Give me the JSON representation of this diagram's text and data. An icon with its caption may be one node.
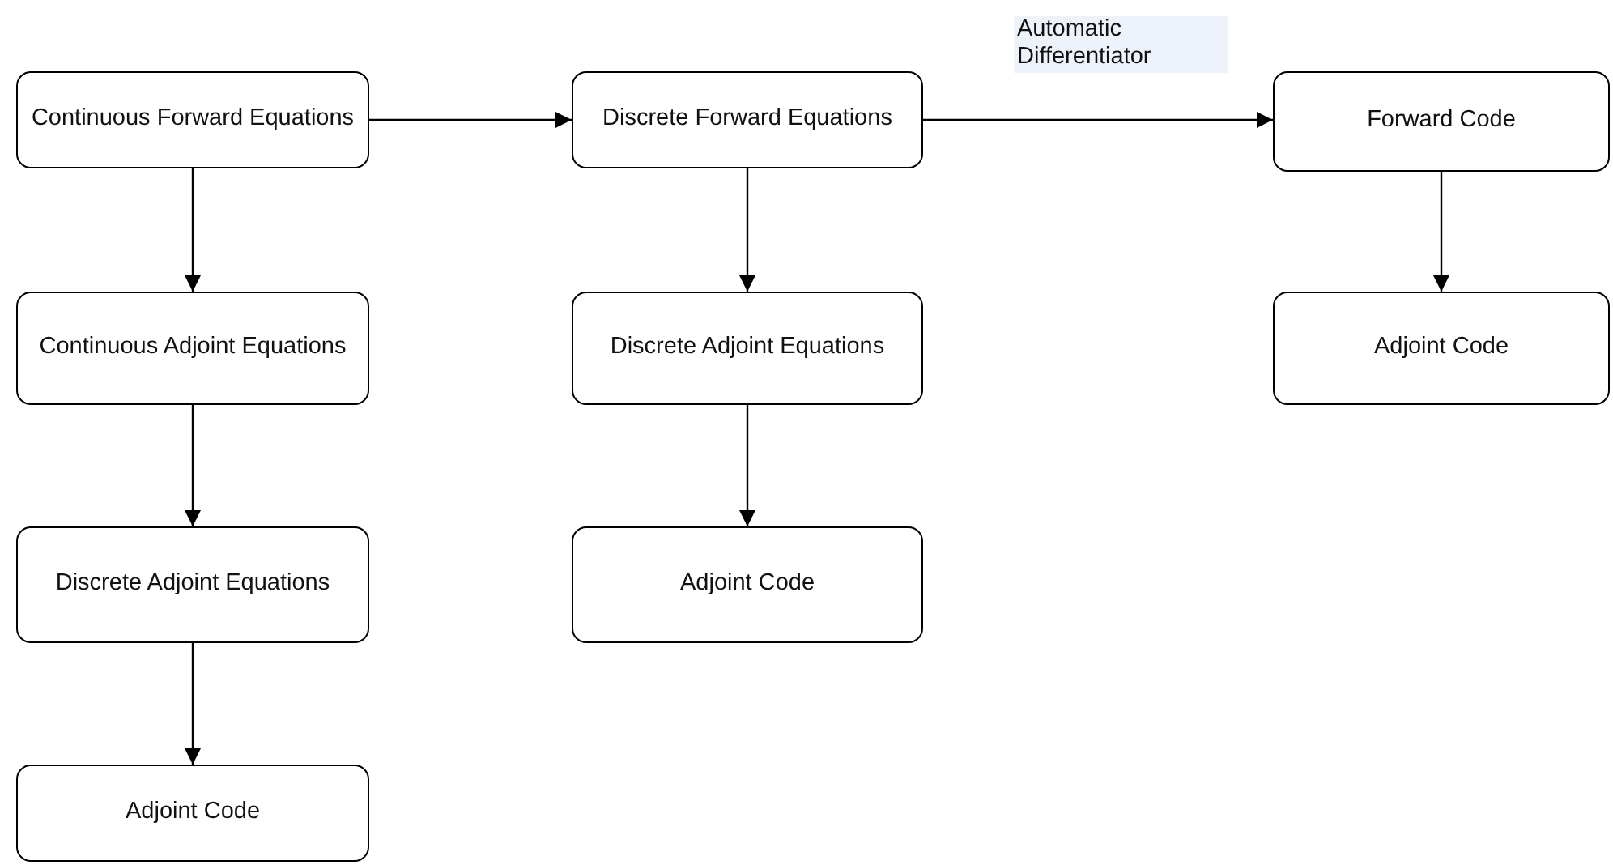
{
  "diagram": {
    "nodes": [
      {
        "text": [
          "Continuous Forward Equations"
        ]
      },
      {
        "text": [
          "Continuous Adjoint Equations"
        ]
      },
      {
        "text": [
          "Discrete Adjoint Equations"
        ]
      },
      {
        "text": [
          "Adjoint Code"
        ]
      },
      {
        "text": [
          "Discrete Forward Equations"
        ]
      },
      {
        "text": [
          "Discrete Adjoint Equations"
        ]
      },
      {
        "text": [
          "Adjoint Code"
        ]
      },
      {
        "text": [
          "Forward Code"
        ]
      },
      {
        "text": [
          "Adjoint Code"
        ]
      }
    ],
    "edges": [
      {
        "from": 0,
        "to": 1,
        "arrow": "to"
      },
      {
        "from": 1,
        "to": 2,
        "arrow": "to"
      },
      {
        "from": 2,
        "to": 3,
        "arrow": "to"
      },
      {
        "from": 0,
        "to": 4,
        "arrow": "to"
      },
      {
        "from": 4,
        "to": 5,
        "arrow": "to"
      },
      {
        "from": 5,
        "to": 6,
        "arrow": "to"
      },
      {
        "from": 4,
        "to": 7,
        "label": "Automatic Differentiator",
        "arrow": "to"
      },
      {
        "from": 7,
        "to": 8,
        "arrow": "to"
      }
    ]
  }
}
